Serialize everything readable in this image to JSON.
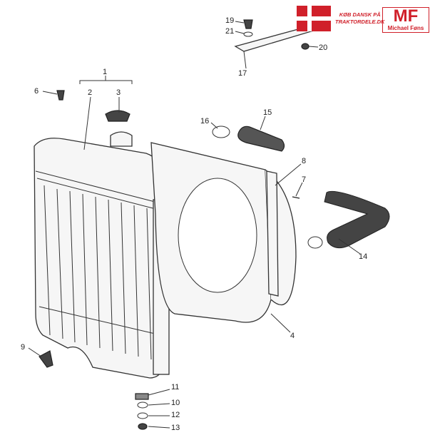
{
  "banner": {
    "slogan_line1": "KØB DANSK PÅ",
    "slogan_line2": "TRAKTORDELE.DK",
    "logo_letters": "MF",
    "logo_name": "Michael Føns",
    "brand_color": "#d0202a"
  },
  "callouts": [
    "1",
    "2",
    "3",
    "6",
    "16",
    "15",
    "8",
    "7",
    "14",
    "4",
    "9",
    "11",
    "10",
    "12",
    "13",
    "19",
    "21",
    "20",
    "17"
  ]
}
